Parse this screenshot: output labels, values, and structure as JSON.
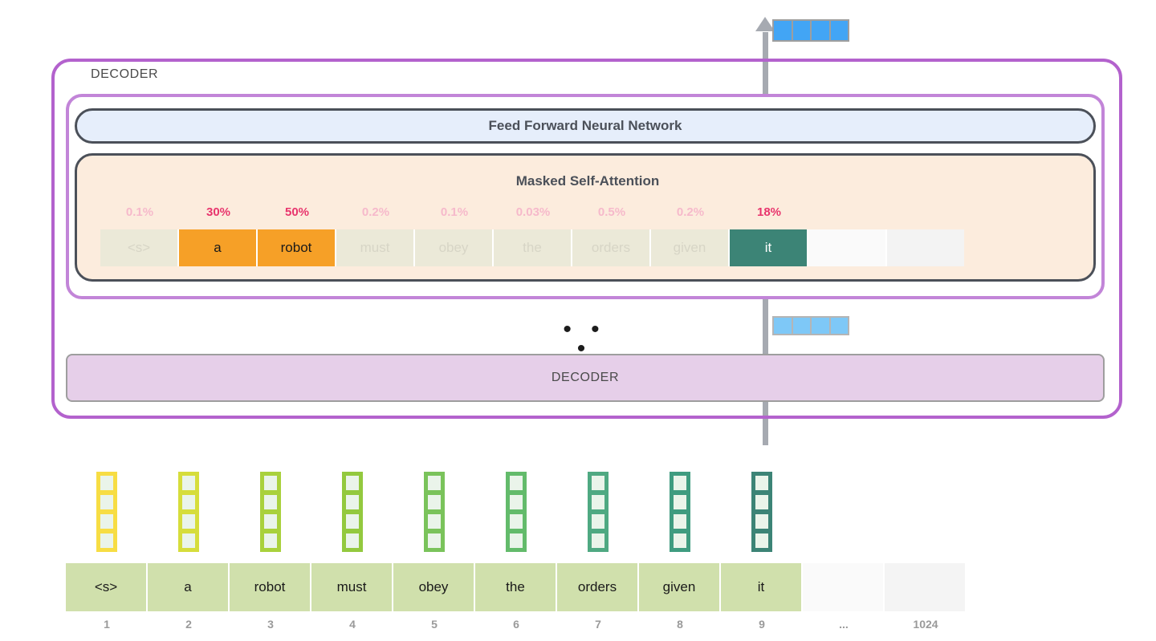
{
  "top_output_vector": {
    "name": "output-vector",
    "cells": 4,
    "color": "#42a5f5"
  },
  "mid_output_vector": {
    "name": "intermediate-vector",
    "cells": 4,
    "color": "#7ec8f7"
  },
  "decoder_outer": {
    "label": "DECODER"
  },
  "ffnn": {
    "label": "Feed Forward Neural Network"
  },
  "masked_self_attention": {
    "title": "Masked Self-Attention",
    "percentages": [
      {
        "value": "0.1%",
        "emphasis": "faded"
      },
      {
        "value": "30%",
        "emphasis": "strong"
      },
      {
        "value": "50%",
        "emphasis": "strong"
      },
      {
        "value": "0.2%",
        "emphasis": "faded"
      },
      {
        "value": "0.1%",
        "emphasis": "faded"
      },
      {
        "value": "0.03%",
        "emphasis": "faded"
      },
      {
        "value": "0.5%",
        "emphasis": "faded"
      },
      {
        "value": "0.2%",
        "emphasis": "faded"
      },
      {
        "value": "18%",
        "emphasis": "strong"
      }
    ],
    "tokens": [
      {
        "text": "<s>",
        "state": "dim"
      },
      {
        "text": "a",
        "state": "highlight"
      },
      {
        "text": "robot",
        "state": "highlight"
      },
      {
        "text": "must",
        "state": "dim"
      },
      {
        "text": "obey",
        "state": "dim"
      },
      {
        "text": "the",
        "state": "dim"
      },
      {
        "text": "orders",
        "state": "dim"
      },
      {
        "text": "given",
        "state": "dim"
      },
      {
        "text": "it",
        "state": "current"
      },
      {
        "text": "",
        "state": "blank"
      },
      {
        "text": "",
        "state": "blank"
      }
    ]
  },
  "stack_ellipsis": "• • •",
  "decoder_lower": {
    "label": "DECODER"
  },
  "embeddings": {
    "colors": [
      "#f7dd44",
      "#d6dd3b",
      "#a9d13c",
      "#93c93e",
      "#7ac35b",
      "#63bb6b",
      "#4fa982",
      "#3f9c80",
      "#3c8476"
    ],
    "cells_per_vector": 4
  },
  "tokens": {
    "labels": [
      "<s>",
      "a",
      "robot",
      "must",
      "obey",
      "the",
      "orders",
      "given",
      "it",
      "",
      ""
    ],
    "indices": [
      "1",
      "2",
      "3",
      "4",
      "5",
      "6",
      "7",
      "8",
      "9",
      "...",
      "1024"
    ]
  },
  "palette": {
    "purple_outer": "#b362cd",
    "purple_inner": "#c285d8",
    "ffnn_bg": "#e6eefb",
    "attention_bg": "#fcecdd",
    "highlight_orange": "#f6a027",
    "current_teal": "#3c8476",
    "pct_strong": "#e8356d",
    "pct_faded": "#f6b9cb",
    "decoder_lower_bg": "#e6cfe9",
    "token_green": "#d0e0ac",
    "arrow_gray": "#a6aab1"
  }
}
